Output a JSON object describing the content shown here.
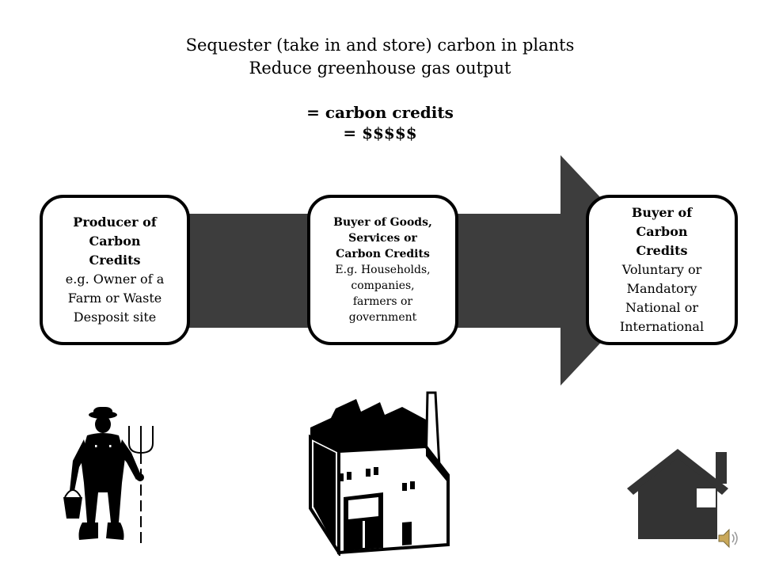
{
  "title": {
    "line1": "Sequester (take in and store) carbon in plants",
    "line2": "Reduce greenhouse gas output",
    "line3": "= carbon credits",
    "line4": "= $$$$$"
  },
  "boxes": {
    "producer": {
      "heading": [
        "Producer of",
        "Carbon",
        "Credits"
      ],
      "detail": [
        "e.g. Owner of a",
        "Farm or Waste",
        "Desposit site"
      ]
    },
    "buyer_goods": {
      "heading": [
        "Buyer of Goods,",
        "Services or",
        "Carbon Credits"
      ],
      "detail": [
        "E.g. Households,",
        "companies,",
        "farmers or",
        "government"
      ]
    },
    "buyer_credits": {
      "heading": [
        "Buyer of",
        "Carbon",
        "Credits"
      ],
      "detail": [
        "Voluntary or",
        "Mandatory",
        "National or",
        "International"
      ]
    }
  },
  "icons": [
    "farmer-icon",
    "factory-icon",
    "house-icon",
    "speaker-icon"
  ],
  "colors": {
    "arrow": "#3d3d3d",
    "box_border": "#000000",
    "background": "#ffffff"
  }
}
